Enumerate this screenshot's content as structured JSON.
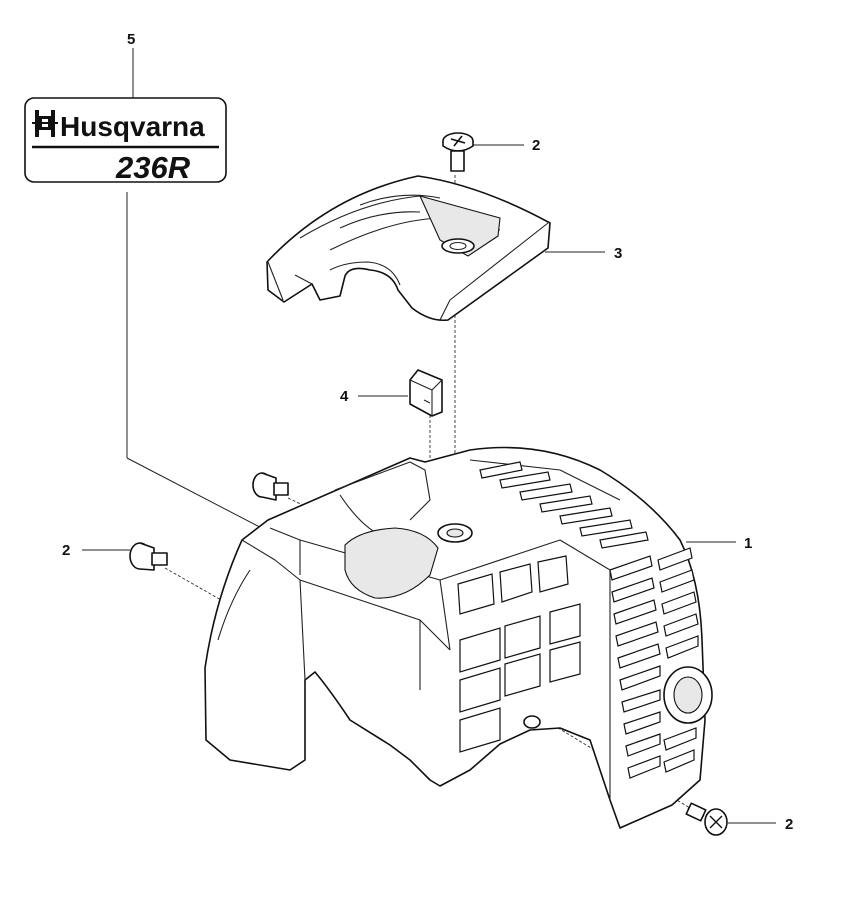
{
  "diagram": {
    "callouts": [
      {
        "id": "c5",
        "label": "5"
      },
      {
        "id": "c2-top",
        "label": "2"
      },
      {
        "id": "c3",
        "label": "3"
      },
      {
        "id": "c4",
        "label": "4"
      },
      {
        "id": "c1",
        "label": "1"
      },
      {
        "id": "c2-left",
        "label": "2"
      },
      {
        "id": "c2-bottom",
        "label": "2"
      }
    ],
    "decal": {
      "brand": "Husqvarna",
      "model": "236R"
    },
    "colors": {
      "line": "#111111",
      "background": "#ffffff"
    }
  }
}
